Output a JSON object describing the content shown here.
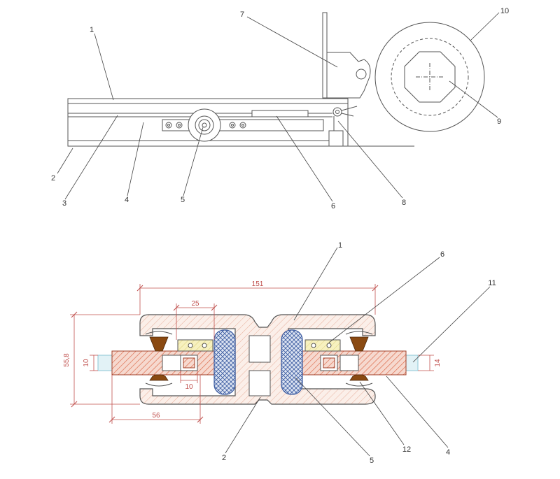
{
  "top_view": {
    "labels": [
      "1",
      "2",
      "3",
      "4",
      "5",
      "6",
      "7",
      "8",
      "9",
      "10"
    ]
  },
  "section_view": {
    "labels": [
      "1",
      "2",
      "4",
      "5",
      "6",
      "11",
      "12"
    ],
    "dimensions": {
      "overall_width": "151",
      "overall_height": "55,8",
      "width_25": "25",
      "width_10": "10",
      "height_10": "10",
      "width_56": "56",
      "height_14": "14"
    }
  },
  "colors": {
    "line": "#555555",
    "dimension": "#c0504d",
    "rubber": "#8a4a12",
    "hatch": "#e07a5a",
    "insert": "#3a5aa0",
    "glass": "#b8e0ea",
    "yellow": "#f2eaa0"
  }
}
